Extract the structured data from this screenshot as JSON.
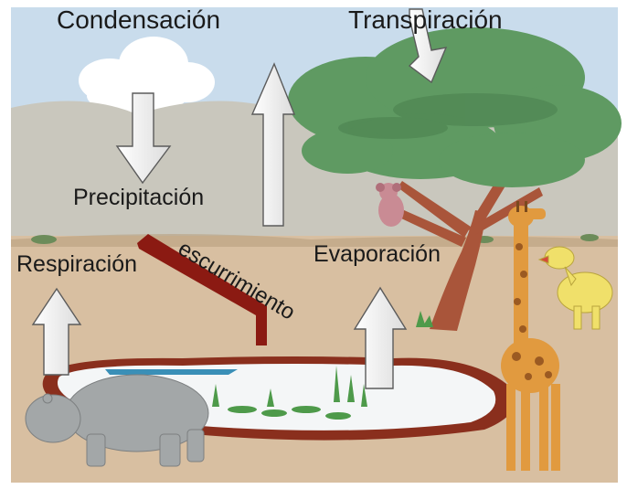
{
  "diagram": {
    "labels": {
      "condensacion": "Condensación",
      "transpiracion": "Transpiración",
      "precipitacion": "Precipitación",
      "respiracion": "Respiración",
      "evaporacion": "Evaporación",
      "escurrimiento": "escurrimiento"
    }
  },
  "colors": {
    "sky": "#c9dcec",
    "hills": "#c9c7bd",
    "ground": "#d8bfa1",
    "pond_rim": "#8a2f1d",
    "pond_water": "#f4f6f7",
    "tree_foliage": "#5f9a62",
    "tree_trunk": "#a9553a",
    "runoff_arrow": "#8b1a12",
    "arrow_fill": "#ffffff",
    "giraffe": "#e19a3f",
    "hippo": "#a3a7a8"
  }
}
